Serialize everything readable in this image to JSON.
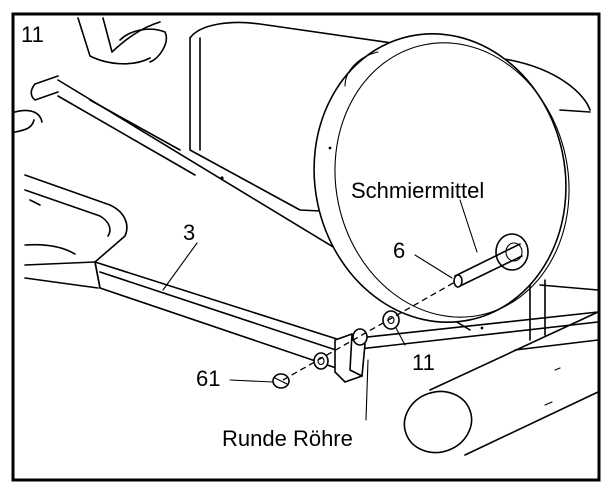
{
  "step_number": "11",
  "callouts": {
    "frame_part": "3",
    "axle_part": "6",
    "washer_part": "11",
    "end_cap_part": "61",
    "lubricant": "Schmiermittel",
    "round_tube": "Runde Röhre"
  }
}
